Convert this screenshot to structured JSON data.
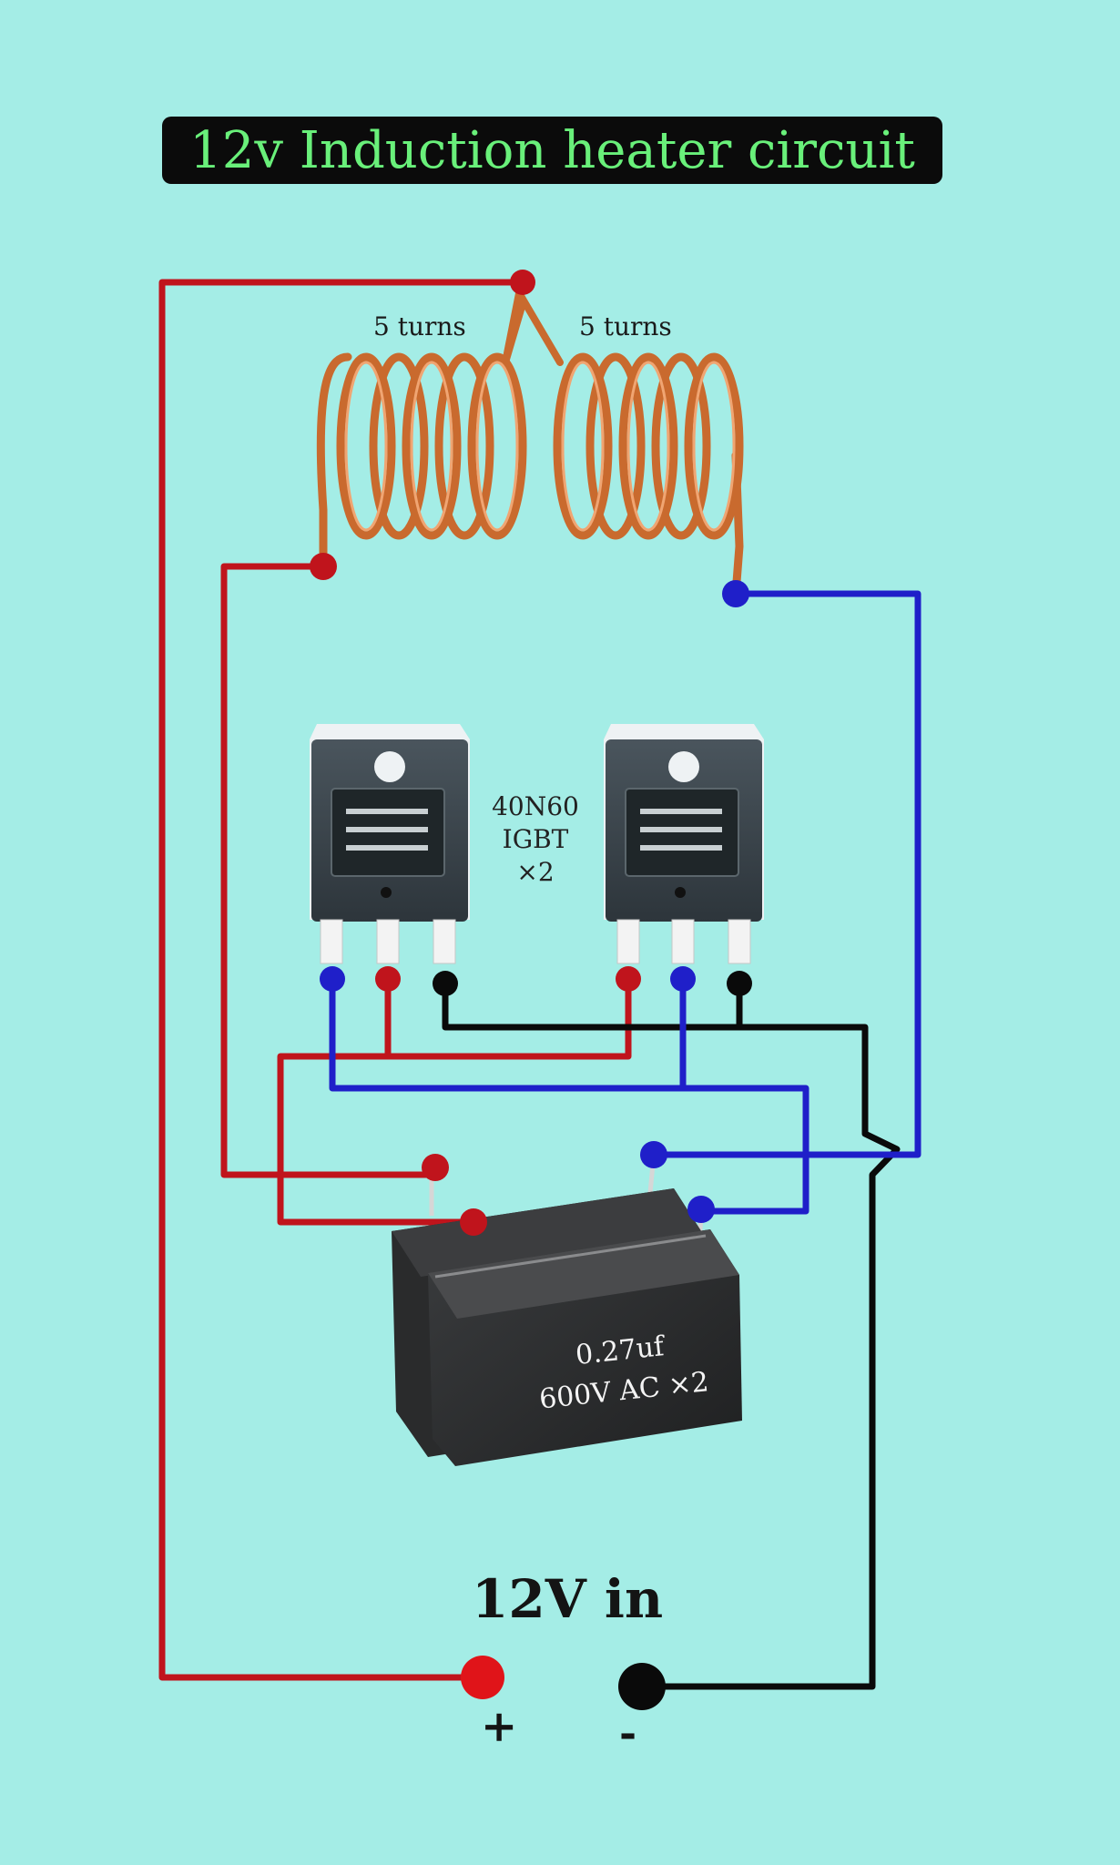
{
  "title": "12v Induction heater circuit",
  "coil": {
    "left_label": "5 turns",
    "right_label": "5 turns",
    "color": "#c96a2e"
  },
  "igbt": {
    "line1": "40N60",
    "line2": "IGBT",
    "line3": "×2"
  },
  "capacitor": {
    "line1": "0.27uf",
    "line2": "600V AC ×2"
  },
  "power": {
    "label": "12V in",
    "plus": "+",
    "minus": "-"
  },
  "colors": {
    "background": "#a4ede6",
    "title_bg": "#0b0b0b",
    "title_text": "#69f07a",
    "positive_wire": "#c0141c",
    "gate_wire": "#1f1fc9",
    "ground_wire": "#0a0a0a"
  }
}
